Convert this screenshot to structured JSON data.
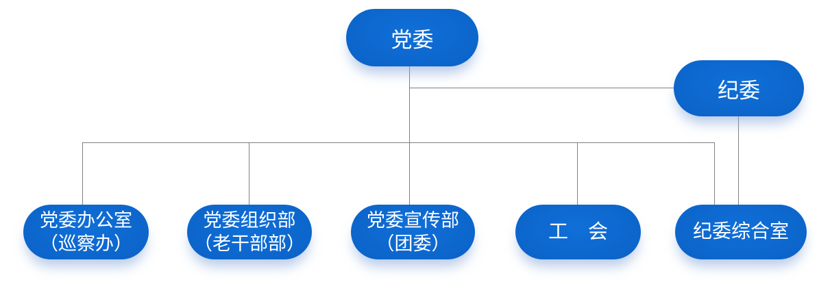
{
  "diagram_type": "org-chart",
  "nodes": {
    "dangwei": {
      "label": "党委"
    },
    "jiwei": {
      "label": "纪委"
    },
    "dangwei_bangongshi": {
      "line1": "党委办公室",
      "line2": "（巡察办）"
    },
    "dangwei_zuzhibu": {
      "line1": "党委组织部",
      "line2": "（老干部部）"
    },
    "dangwei_xuanchuanbu": {
      "line1": "党委宣传部",
      "line2": "（团委）"
    },
    "gonghui": {
      "label": "工　会"
    },
    "jiwei_zongheshi": {
      "label": "纪委综合室"
    }
  },
  "hierarchy": {
    "edges": [
      {
        "from": "党委",
        "to": "纪委"
      },
      {
        "from": "党委",
        "to": "党委办公室（巡察办）"
      },
      {
        "from": "党委",
        "to": "党委组织部（老干部部）"
      },
      {
        "from": "党委",
        "to": "党委宣传部（团委）"
      },
      {
        "from": "党委",
        "to": "工　会"
      },
      {
        "from": "党委",
        "to": "纪委综合室"
      },
      {
        "from": "纪委",
        "to": "纪委综合室"
      }
    ]
  },
  "colors": {
    "node_fill_light": "#106fd8",
    "node_fill": "#0b63c8",
    "node_fill_dark": "#0857b4",
    "connector": "#808080",
    "text": "#ffffff",
    "background": "#ffffff"
  }
}
